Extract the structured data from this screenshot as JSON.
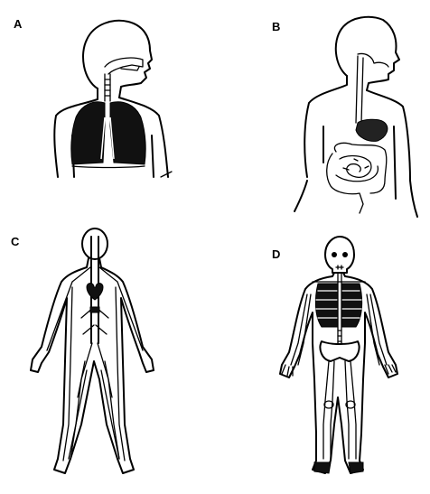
{
  "figure": {
    "panels": [
      {
        "label": "A",
        "system": "respiratory"
      },
      {
        "label": "B",
        "system": "digestive"
      },
      {
        "label": "C",
        "system": "circulatory"
      },
      {
        "label": "D",
        "system": "skeletal"
      }
    ]
  }
}
